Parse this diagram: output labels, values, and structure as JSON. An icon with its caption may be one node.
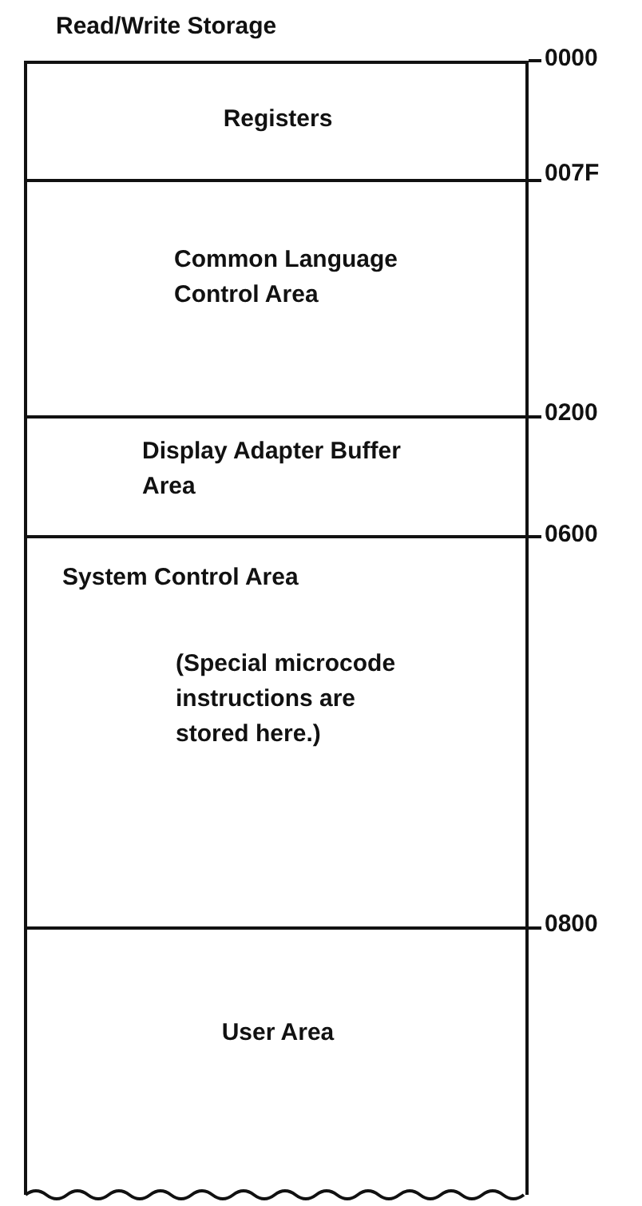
{
  "diagram": {
    "nodes": [
      {
        "text": [
          "Read/Write Storage"
        ]
      },
      {
        "text": [
          "Registers"
        ],
        "in": 0
      },
      {
        "text": [
          "Common Language Control Area"
        ],
        "in": 0
      },
      {
        "text": [
          "Display Adapter Buffer Area"
        ],
        "in": 0
      },
      {
        "text": [
          "System Control Area",
          "(Special microcode instructions are stored here.)"
        ],
        "in": 0
      },
      {
        "text": [
          "User Area"
        ],
        "in": 0
      }
    ],
    "edges": [],
    "labels": [
      "0000",
      "007F",
      "0200",
      "0600",
      "0800"
    ]
  }
}
